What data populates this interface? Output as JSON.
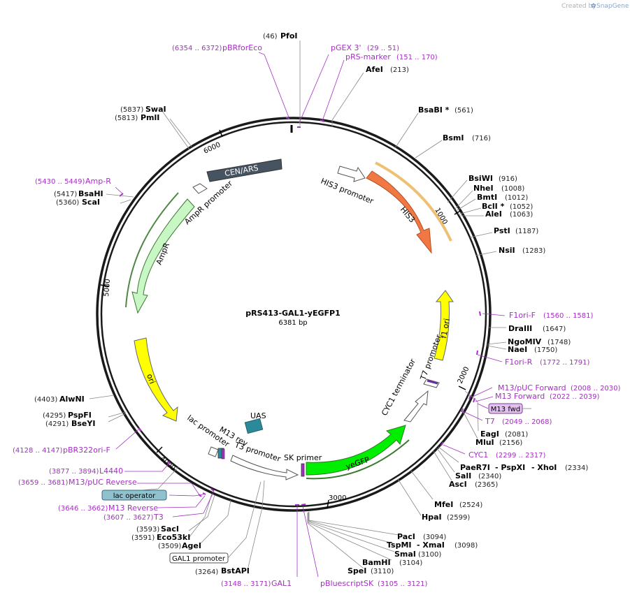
{
  "credit": {
    "prefix": "Created by",
    "brand": "SnapGene"
  },
  "plasmid": {
    "name": "pRS413-GAL1-yEGFP1",
    "length_label": "6381 bp"
  },
  "ticks": [
    "1000",
    "2000",
    "3000",
    "4000",
    "5000",
    "6000"
  ],
  "features": {
    "cen_ars": "CEN/ARS",
    "his3_promoter": "HIS3 promoter",
    "his3": "HIS3",
    "ampr_promoter": "AmpR promoter",
    "ampr": "AmpR",
    "ori": "ori",
    "f1_ori": "f1 ori",
    "t7_promoter": "T7 promoter",
    "cyc1_terminator": "CYC1 terminator",
    "yegfp": "yeGFP",
    "sk_primer": "SK primer",
    "t3_promoter": "T3 promoter",
    "m13_rev": "M13 rev",
    "lac_promoter": "lac promoter",
    "uas": "UAS"
  },
  "sites": [
    {
      "name": "PfoI",
      "pos": "(46)"
    },
    {
      "name": "AfeI",
      "pos": "(213)"
    },
    {
      "name": "BsaBI *",
      "pos": "(561)"
    },
    {
      "name": "BsmI",
      "pos": "(716)"
    },
    {
      "name": "BsiWI",
      "pos": "(916)"
    },
    {
      "name": "NheI",
      "pos": "(1008)"
    },
    {
      "name": "BmtI",
      "pos": "(1012)"
    },
    {
      "name": "BclI *",
      "pos": "(1052)"
    },
    {
      "name": "AleI",
      "pos": "(1063)"
    },
    {
      "name": "PstI",
      "pos": "(1187)"
    },
    {
      "name": "NsiI",
      "pos": "(1283)"
    },
    {
      "name": "DraIII",
      "pos": "(1647)"
    },
    {
      "name": "NgoMIV",
      "pos": "(1748)"
    },
    {
      "name": "NaeI",
      "pos": "(1750)"
    },
    {
      "name": "EagI",
      "pos": "(2081)"
    },
    {
      "name": "MluI",
      "pos": "(2156)"
    },
    {
      "name": "PaeR7I",
      "pos": ""
    },
    {
      "name": "- PspXI",
      "pos": ""
    },
    {
      "name": "- XhoI",
      "pos": "(2334)"
    },
    {
      "name": "SalI",
      "pos": "(2340)"
    },
    {
      "name": "AscI",
      "pos": "(2365)"
    },
    {
      "name": "MfeI",
      "pos": "(2524)"
    },
    {
      "name": "HpaI",
      "pos": "(2599)"
    },
    {
      "name": "PacI",
      "pos": "(3094)"
    },
    {
      "name": "TspMI",
      "pos": ""
    },
    {
      "name": "- XmaI",
      "pos": "(3098)"
    },
    {
      "name": "SmaI",
      "pos": "(3100)"
    },
    {
      "name": "BamHI",
      "pos": "(3104)"
    },
    {
      "name": "SpeI",
      "pos": "(3110)"
    },
    {
      "name": "BstAPI",
      "pos": "(3264)"
    },
    {
      "name": "AgeI",
      "pos": "(3509)"
    },
    {
      "name": "Eco53kI",
      "pos": "(3591)"
    },
    {
      "name": "SacI",
      "pos": "(3593)"
    },
    {
      "name": "BseYI",
      "pos": "(4291)"
    },
    {
      "name": "PspFI",
      "pos": "(4295)"
    },
    {
      "name": "AlwNI",
      "pos": "(4403)"
    },
    {
      "name": "ScaI",
      "pos": "(5360)"
    },
    {
      "name": "BsaHI",
      "pos": "(5417)"
    },
    {
      "name": "PmlI",
      "pos": "(5813)"
    },
    {
      "name": "SwaI",
      "pos": "(5837)"
    }
  ],
  "primers": [
    {
      "name": "pBRforEco",
      "pos": "(6354 .. 6372)"
    },
    {
      "name": "pGEX 3'",
      "pos": "(29 .. 51)"
    },
    {
      "name": "pRS-marker",
      "pos": "(151 .. 170)"
    },
    {
      "name": "Amp-R",
      "pos": "(5430 .. 5449)"
    },
    {
      "name": "F1ori-F",
      "pos": "(1560 .. 1581)"
    },
    {
      "name": "F1ori-R",
      "pos": "(1772 .. 1791)"
    },
    {
      "name": "M13/pUC Forward",
      "pos": "(2008 .. 2030)"
    },
    {
      "name": "M13 Forward",
      "pos": "(2022 .. 2039)"
    },
    {
      "name": "T7",
      "pos": "(2049 .. 2068)"
    },
    {
      "name": "CYC1",
      "pos": "(2299 .. 2317)"
    },
    {
      "name": "GAL1",
      "pos": "(3148 .. 3171)"
    },
    {
      "name": "pBluescriptSK",
      "pos": "(3105 .. 3121)"
    },
    {
      "name": "pBR322ori-F",
      "pos": "(4128 .. 4147)"
    },
    {
      "name": "L4440",
      "pos": "(3877 .. 3894)"
    },
    {
      "name": "M13/pUC Reverse",
      "pos": "(3659 .. 3681)"
    },
    {
      "name": "M13 Reverse",
      "pos": "(3646 .. 3662)"
    },
    {
      "name": "T3",
      "pos": "(3607 .. 3627)"
    }
  ],
  "boxed": {
    "m13_fwd": "M13 fwd",
    "lac_operator": "lac operator",
    "gal1_promoter": "GAL1 promoter"
  },
  "colors": {
    "backbone": "#1a1a1a",
    "primer": "#a42fc2",
    "cen_ars": "#465360",
    "his3": "#f07845",
    "ampr": "#c8f6c4",
    "ori": "#ffff00",
    "f1_ori": "#ffff00",
    "yegfp": "#00ee00",
    "uas": "#2b8a9a",
    "promoter": "#ffffff",
    "m13_fwd_box": "#e2c1ef",
    "lac_operator_box": "#8fc1cf"
  }
}
